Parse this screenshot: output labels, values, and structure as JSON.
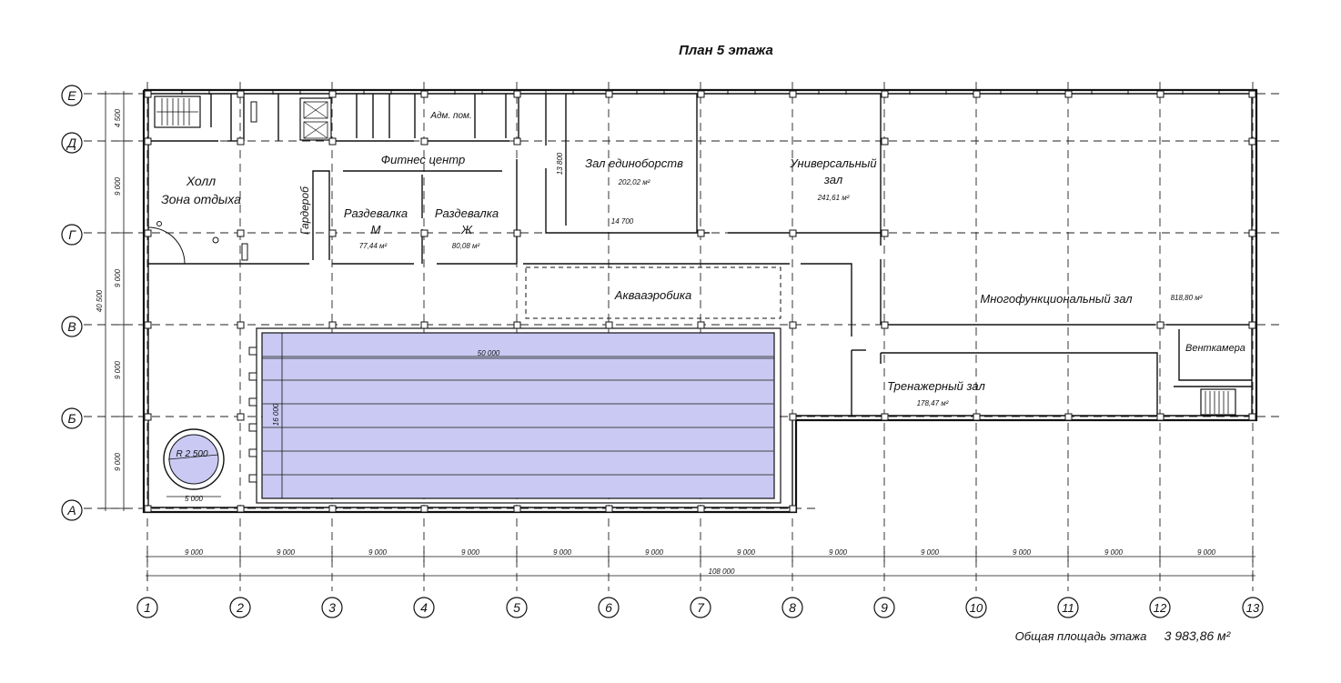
{
  "plan": {
    "title": "План 5 этажа",
    "total_area_label": "Общая площадь этажа",
    "total_area_value": "3 983,86 м²"
  },
  "axes": {
    "columns": [
      "1",
      "2",
      "3",
      "4",
      "5",
      "6",
      "7",
      "8",
      "9",
      "10",
      "11",
      "12",
      "13"
    ],
    "rows": [
      "Е",
      "Д",
      "Г",
      "В",
      "Б",
      "А"
    ]
  },
  "dimensions": {
    "bay_spans": [
      "9 000",
      "9 000",
      "9 000",
      "9 000",
      "9 000",
      "9 000",
      "9 000",
      "9 000",
      "9 000",
      "9 000",
      "9 000",
      "9 000"
    ],
    "overall_width": "108 000",
    "row_spans": [
      "4 500",
      "9 000",
      "9 000",
      "9 000",
      "9 000"
    ],
    "overall_depth": "40 500",
    "pool_length": "50 000",
    "pool_width": "16 000",
    "jacuzzi_radius": "R 2 500",
    "jacuzzi_diameter": "5 000",
    "dojo_height": "13 800",
    "dojo_width": "14 700"
  },
  "rooms": {
    "adm": "Адм. пом.",
    "fitness": "Фитнес центр",
    "hall_1": "Холл",
    "hall_2": "Зона отдыха",
    "wardrobe": "Гардероб",
    "locker_m_1": "Раздевалка",
    "locker_m_2": "М",
    "locker_m_area": "77,44 м²",
    "locker_f_1": "Раздевалка",
    "locker_f_2": "Ж",
    "locker_f_area": "80,08 м²",
    "dojo": "Зал единоборств",
    "dojo_area": "202,02 м²",
    "universal_1": "Универсальный",
    "universal_2": "зал",
    "universal_area": "241,61 м²",
    "aqua": "Аквааэробика",
    "multi": "Многофункциональный зал",
    "multi_area": "818,80 м²",
    "vent": "Венткамера",
    "gym": "Тренажерный зал",
    "gym_area": "178,47 м²"
  },
  "colors": {
    "pool_fill": "#c9c9f3",
    "line": "#111111"
  }
}
